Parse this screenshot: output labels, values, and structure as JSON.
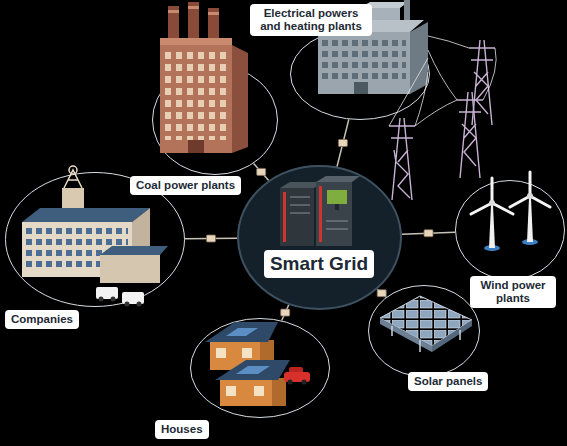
{
  "diagram": {
    "nodes": [
      {
        "text": [
          "Electrical powers and heating plants"
        ]
      },
      {
        "text": [
          "Coal power plants"
        ]
      },
      {
        "text": [
          "Smart Grid"
        ]
      },
      {
        "text": [
          "Wind power plants"
        ]
      },
      {
        "text": [
          "Companies"
        ]
      },
      {
        "text": [
          "Solar panels"
        ]
      },
      {
        "text": [
          "Houses"
        ]
      }
    ],
    "edges": [
      {
        "from": 2,
        "to": 0,
        "arrow": "none"
      },
      {
        "from": 2,
        "to": 1,
        "arrow": "none"
      },
      {
        "from": 2,
        "to": 3,
        "arrow": "none"
      },
      {
        "from": 2,
        "to": 4,
        "arrow": "none"
      },
      {
        "from": 2,
        "to": 5,
        "arrow": "none"
      },
      {
        "from": 2,
        "to": 6,
        "arrow": "none"
      }
    ]
  }
}
